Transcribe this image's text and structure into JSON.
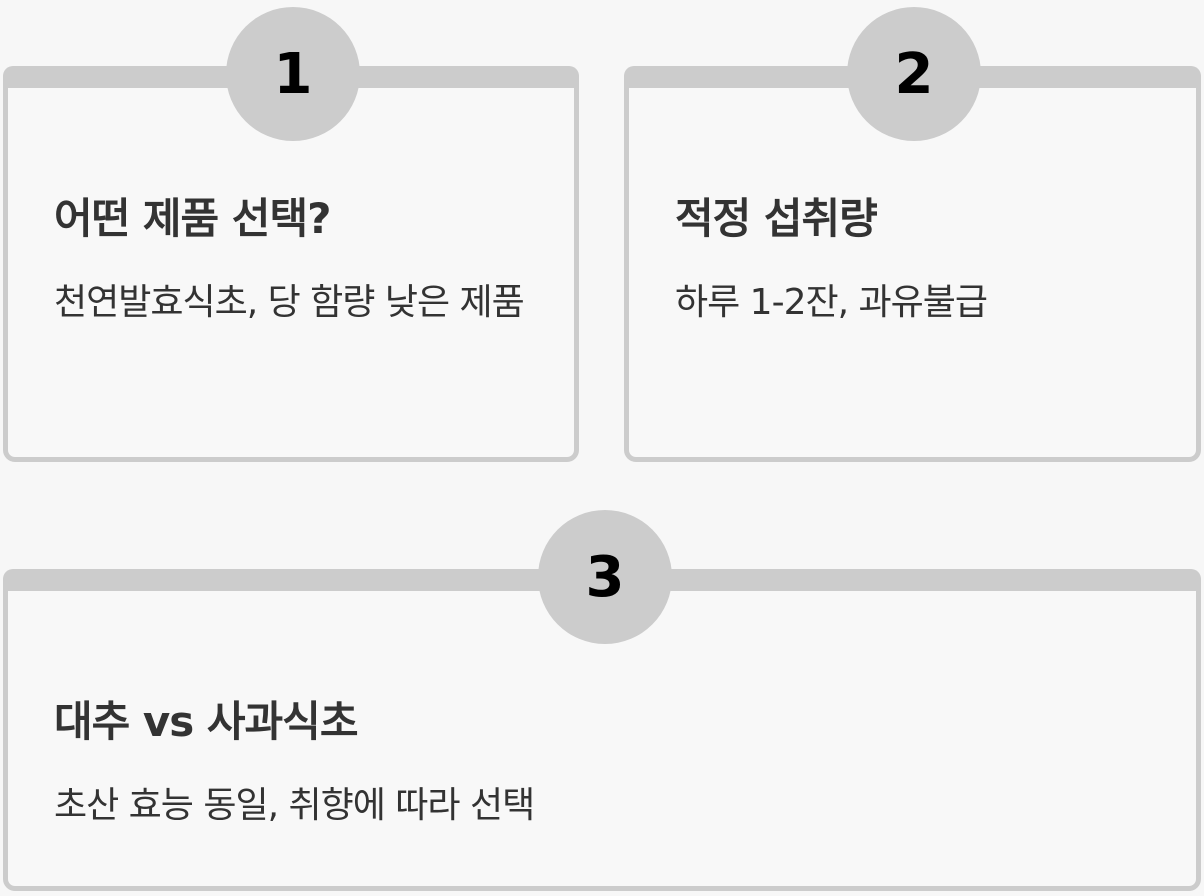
{
  "cards": [
    {
      "number": "1",
      "title": "어떤 제품 선택?",
      "description": "천연발효식초, 당 함량 낮은 제품"
    },
    {
      "number": "2",
      "title": "적정 섭취량",
      "description": "하루 1-2잔, 과유불급"
    },
    {
      "number": "3",
      "title": "대추 vs 사과식초",
      "description": "초산 효능 동일, 취향에 따라 선택"
    }
  ],
  "colors": {
    "background": "#f7f7f7",
    "card_border": "#cccccc",
    "badge": "#cccccc",
    "text": "#333333",
    "badge_text": "#000000"
  }
}
